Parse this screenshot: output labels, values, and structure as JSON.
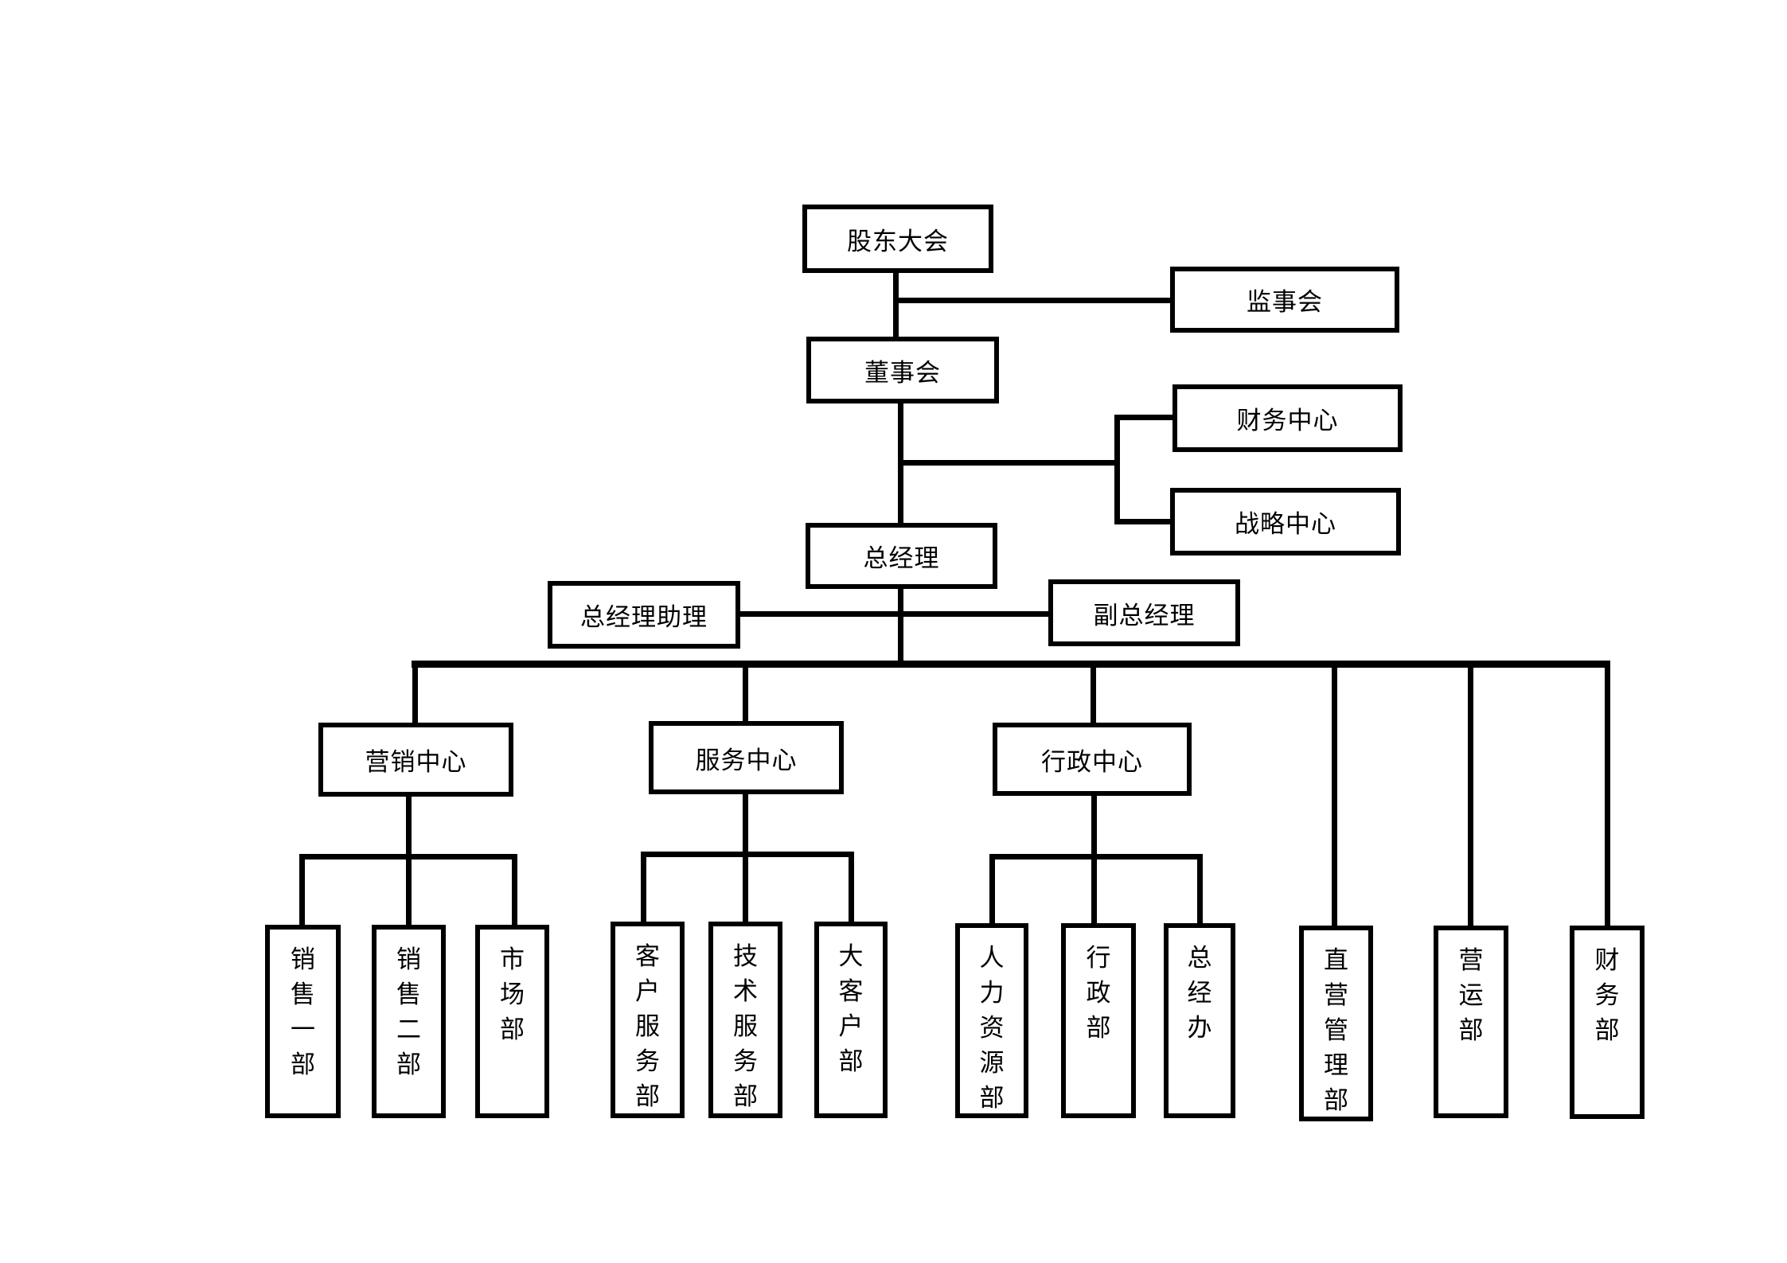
{
  "diagram": {
    "type": "org-chart",
    "colors": {
      "line": "#000000",
      "background": "#ffffff",
      "text": "#000000"
    },
    "nodes": {
      "shareholders_meeting": {
        "label": "股东大会"
      },
      "supervisory_board": {
        "label": "监事会"
      },
      "board_of_directors": {
        "label": "董事会"
      },
      "finance_center": {
        "label": "财务中心"
      },
      "strategy_center": {
        "label": "战略中心"
      },
      "general_manager": {
        "label": "总经理"
      },
      "gm_assistant": {
        "label": "总经理助理"
      },
      "deputy_gm": {
        "label": "副总经理"
      },
      "marketing_center": {
        "label": "营销中心"
      },
      "service_center": {
        "label": "服务中心"
      },
      "admin_center": {
        "label": "行政中心"
      },
      "sales_dept_1": {
        "label": "销售一部"
      },
      "sales_dept_2": {
        "label": "销售二部"
      },
      "market_dept": {
        "label": "市场部"
      },
      "customer_service_dept": {
        "label": "客户服务部"
      },
      "tech_service_dept": {
        "label": "技术服务部"
      },
      "key_account_dept": {
        "label": "大客户部"
      },
      "hr_dept": {
        "label": "人力资源部"
      },
      "admin_dept": {
        "label": "行政部"
      },
      "gm_office": {
        "label": "总经办"
      },
      "direct_management_dept": {
        "label": "直营管理部"
      },
      "operations_dept": {
        "label": "营运部"
      },
      "finance_dept": {
        "label": "财务部"
      }
    },
    "edges": [
      {
        "from": "股东大会",
        "to": "监事会"
      },
      {
        "from": "股东大会",
        "to": "董事会"
      },
      {
        "from": "董事会",
        "to": "财务中心"
      },
      {
        "from": "董事会",
        "to": "战略中心"
      },
      {
        "from": "董事会",
        "to": "总经理"
      },
      {
        "from": "总经理",
        "to": "总经理助理"
      },
      {
        "from": "总经理",
        "to": "副总经理"
      },
      {
        "from": "总经理",
        "to": "营销中心"
      },
      {
        "from": "总经理",
        "to": "服务中心"
      },
      {
        "from": "总经理",
        "to": "行政中心"
      },
      {
        "from": "总经理",
        "to": "直营管理部"
      },
      {
        "from": "总经理",
        "to": "营运部"
      },
      {
        "from": "总经理",
        "to": "财务部"
      },
      {
        "from": "营销中心",
        "to": "销售一部"
      },
      {
        "from": "营销中心",
        "to": "销售二部"
      },
      {
        "from": "营销中心",
        "to": "市场部"
      },
      {
        "from": "服务中心",
        "to": "客户服务部"
      },
      {
        "from": "服务中心",
        "to": "技术服务部"
      },
      {
        "from": "服务中心",
        "to": "大客户部"
      },
      {
        "from": "行政中心",
        "to": "人力资源部"
      },
      {
        "from": "行政中心",
        "to": "行政部"
      },
      {
        "from": "行政中心",
        "to": "总经办"
      }
    ]
  }
}
